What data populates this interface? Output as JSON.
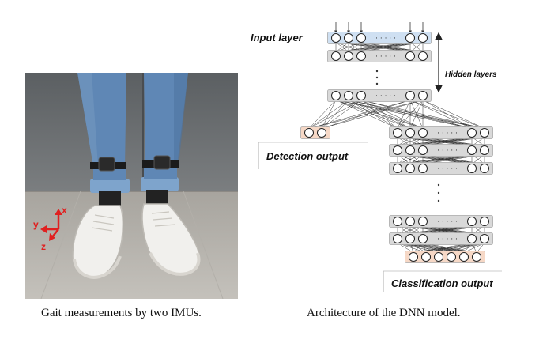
{
  "colors": {
    "input_layer": "#cfe0f2",
    "hidden_layer": "#d9d9d9",
    "output_layer": "#f6d8c6",
    "axis": "#e02020"
  },
  "photo": {
    "axis_labels": {
      "x": "x",
      "y": "y",
      "z": "z"
    }
  },
  "diagram": {
    "labels": {
      "input_layer": "Input layer",
      "hidden_layers": "Hidden layers",
      "detection_output": "Detection output",
      "classification_output": "Classification output"
    },
    "ellipsis": "· · · · ·"
  },
  "captions": {
    "left": "Gait measurements by two IMUs.",
    "right": "Architecture of the DNN model."
  }
}
